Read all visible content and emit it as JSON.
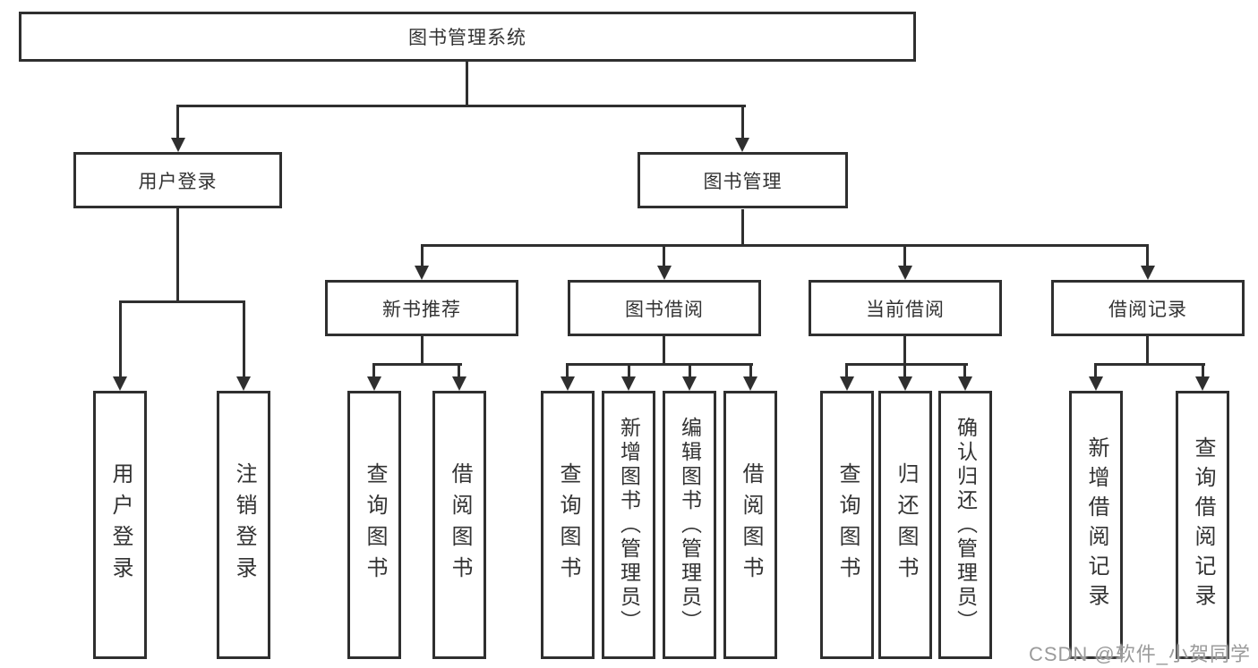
{
  "colors": {
    "line": "#2f2f2f",
    "box_background": "#ffffff",
    "text": "#333333",
    "watermark": "#9b9b9b"
  },
  "diagram": {
    "type": "hierarchy-tree",
    "root": {
      "label": "图书管理系统"
    },
    "user_login": {
      "label": "用户登录",
      "children": [
        "用户登录",
        "注销登录"
      ]
    },
    "book_mgmt": {
      "label": "图书管理"
    },
    "new_books": {
      "label": "新书推荐",
      "children": [
        "查询图书",
        "借阅图书"
      ]
    },
    "borrowing": {
      "label": "图书借阅",
      "children": [
        "查询图书",
        "新增图书（管理员）",
        "编辑图书（管理员）",
        "借阅图书"
      ]
    },
    "current_loans": {
      "label": "当前借阅",
      "children": [
        "查询图书",
        "归还图书",
        "确认归还（管理员）"
      ]
    },
    "loan_records": {
      "label": "借阅记录",
      "children": [
        "新增借阅记录",
        "查询借阅记录"
      ]
    }
  },
  "watermark": {
    "text": "CSDN @软件_小贺同学"
  }
}
